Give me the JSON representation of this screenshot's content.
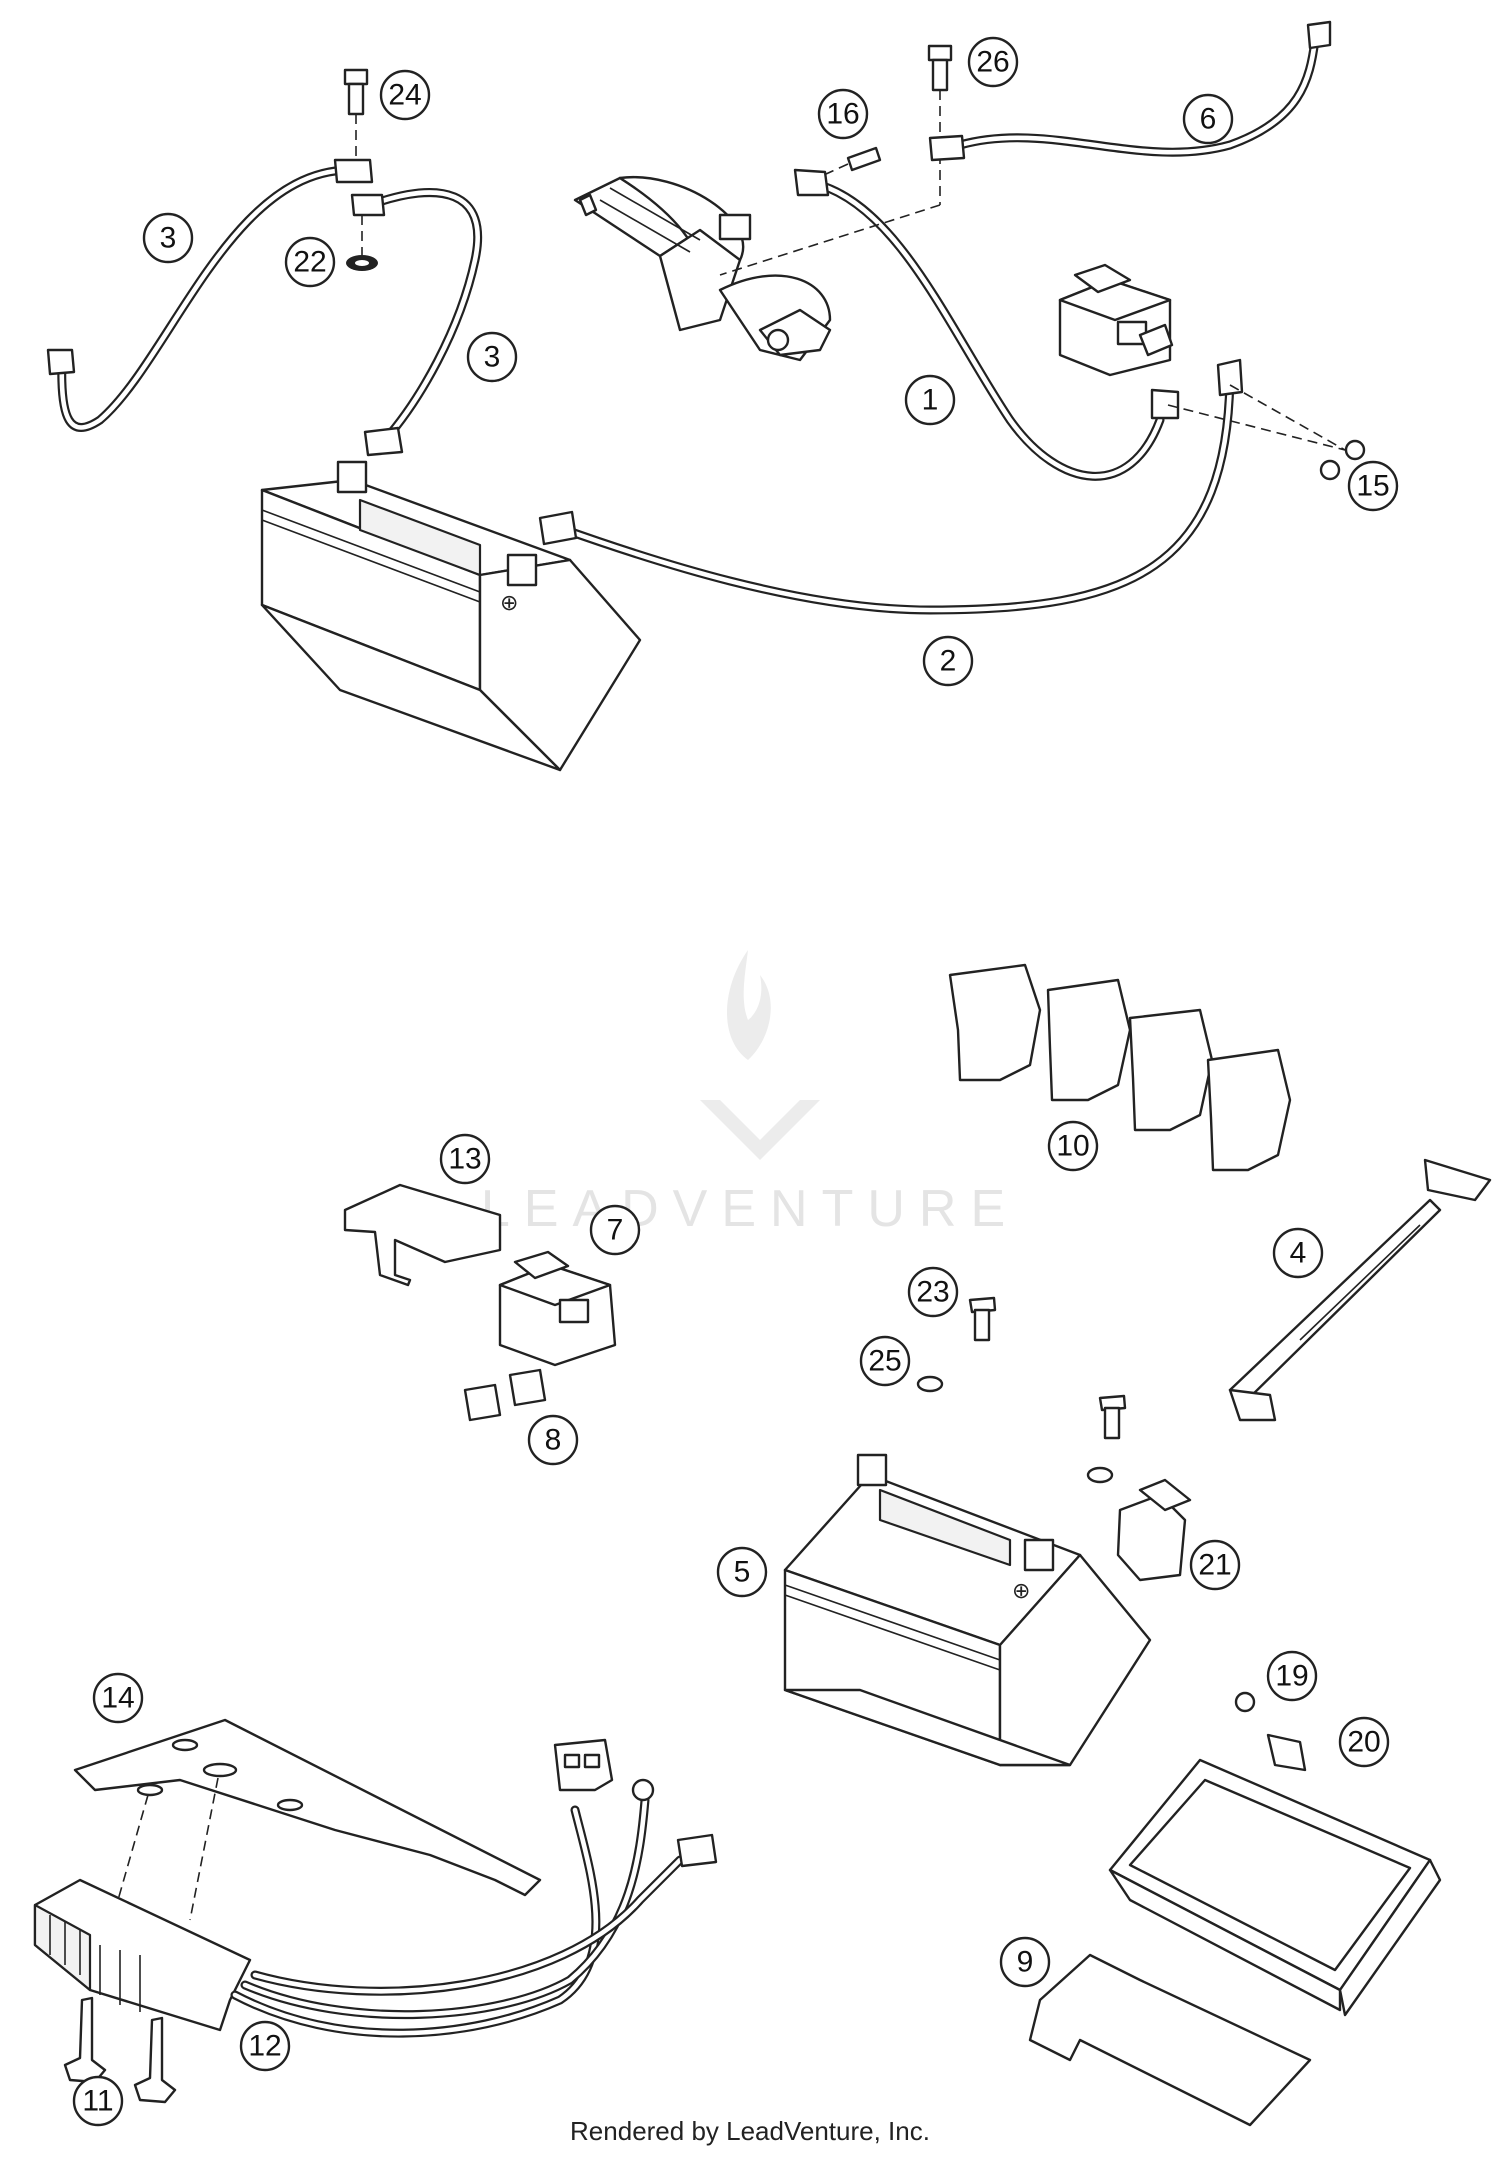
{
  "watermark": {
    "brand": "LEADVENTURE"
  },
  "footer": {
    "text": "Rendered by LeadVenture, Inc."
  },
  "callouts": [
    "1",
    "2",
    "3",
    "3",
    "4",
    "5",
    "6",
    "7",
    "8",
    "9",
    "10",
    "11",
    "12",
    "13",
    "14",
    "15",
    "16",
    "19",
    "20",
    "21",
    "22",
    "23",
    "24",
    "25",
    "26"
  ]
}
